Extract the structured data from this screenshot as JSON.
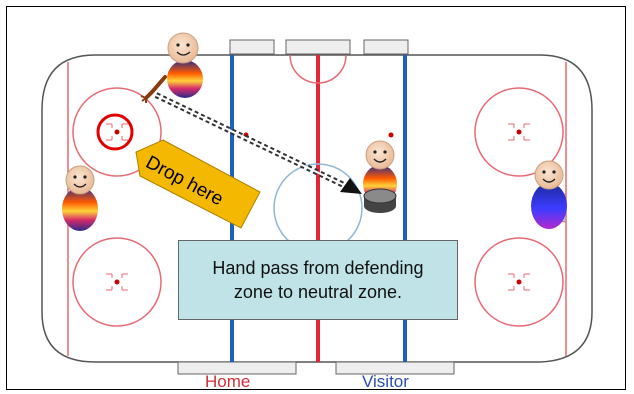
{
  "labels": {
    "home": "Home",
    "visitor": "Visitor",
    "drop_here": "Drop here"
  },
  "message": {
    "line1": "Hand pass from defending",
    "line2": "zone to neutral zone."
  },
  "colors": {
    "red_line": "#e32636",
    "blue_line": "#1f5fbf",
    "message_bg": "#bfe3e6",
    "drop_tag": "#f5b800",
    "target_ring": "#e00000"
  },
  "icons": {
    "player": "player-avatar-icon",
    "puck": "puck-icon",
    "arrow": "pass-arrow-icon"
  }
}
